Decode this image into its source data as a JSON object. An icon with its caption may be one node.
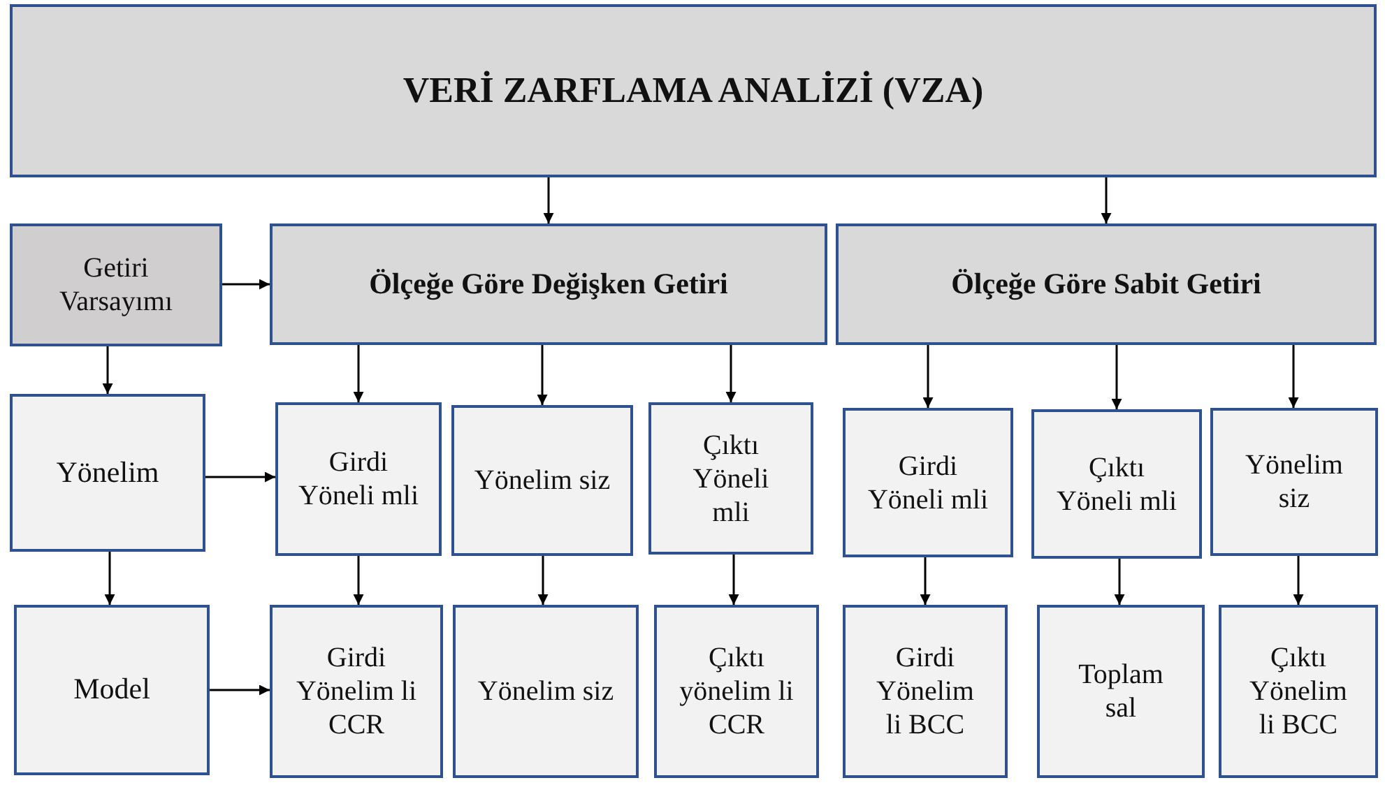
{
  "diagram": {
    "nodes": [
      {
        "text": [
          "VERİ ZARFLAMA ANALİZİ (VZA)"
        ]
      },
      {
        "text": [
          "Getiri Varsayımı"
        ]
      },
      {
        "text": [
          "Ölçeğe Göre Değişken Getiri"
        ]
      },
      {
        "text": [
          "Ölçeğe Göre Sabit Getiri"
        ]
      },
      {
        "text": [
          "Yönelim"
        ]
      },
      {
        "text": [
          "Girdi Yöneli mli"
        ]
      },
      {
        "text": [
          "Yönelim siz"
        ]
      },
      {
        "text": [
          "Çıktı Yöneli mli"
        ]
      },
      {
        "text": [
          "Girdi Yöneli mli"
        ]
      },
      {
        "text": [
          "Çıktı Yöneli mli"
        ]
      },
      {
        "text": [
          "Yönelim siz"
        ]
      },
      {
        "text": [
          "Model"
        ]
      },
      {
        "text": [
          "Girdi Yönelim li CCR"
        ]
      },
      {
        "text": [
          "Yönelim siz"
        ]
      },
      {
        "text": [
          "Çıktı yönelim li CCR"
        ]
      },
      {
        "text": [
          "Girdi Yönelim li BCC"
        ]
      },
      {
        "text": [
          "Toplam sal"
        ]
      },
      {
        "text": [
          "Çıktı Yönelim li BCC"
        ]
      }
    ],
    "edges": [
      {
        "from": 0,
        "to": 2,
        "arrow": "to"
      },
      {
        "from": 0,
        "to": 3,
        "arrow": "to"
      },
      {
        "from": 1,
        "to": 2,
        "arrow": "to"
      },
      {
        "from": 1,
        "to": 4,
        "arrow": "to"
      },
      {
        "from": 2,
        "to": 5,
        "arrow": "to"
      },
      {
        "from": 2,
        "to": 6,
        "arrow": "to"
      },
      {
        "from": 2,
        "to": 7,
        "arrow": "to"
      },
      {
        "from": 3,
        "to": 8,
        "arrow": "to"
      },
      {
        "from": 3,
        "to": 9,
        "arrow": "to"
      },
      {
        "from": 3,
        "to": 10,
        "arrow": "to"
      },
      {
        "from": 4,
        "to": 5,
        "arrow": "to"
      },
      {
        "from": 4,
        "to": 11,
        "arrow": "to"
      },
      {
        "from": 5,
        "to": 12,
        "arrow": "to"
      },
      {
        "from": 6,
        "to": 13,
        "arrow": "to"
      },
      {
        "from": 7,
        "to": 14,
        "arrow": "to"
      },
      {
        "from": 8,
        "to": 15,
        "arrow": "to"
      },
      {
        "from": 9,
        "to": 16,
        "arrow": "to"
      },
      {
        "from": 10,
        "to": 17,
        "arrow": "to"
      },
      {
        "from": 11,
        "to": 12,
        "arrow": "to"
      }
    ]
  }
}
